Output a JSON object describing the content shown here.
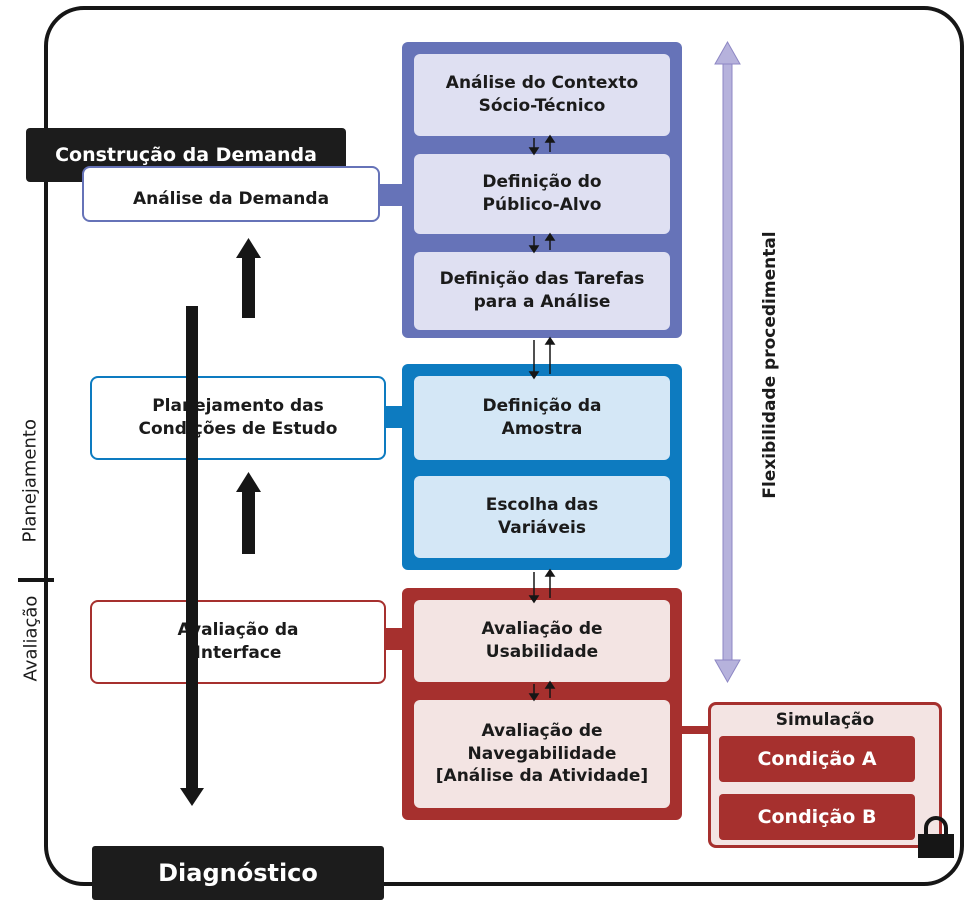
{
  "diagram": {
    "top_left_label": "Construção da Demanda",
    "bottom_label": "Diagnóstico",
    "side_labels": {
      "planning": "Planejamento",
      "evaluation": "Avaliação"
    },
    "right_label": "Flexibilidade procedimental",
    "phases": {
      "demand": {
        "outer": "Análise da Demanda",
        "steps": [
          "Análise do Contexto\nSócio-Técnico",
          "Definição do\nPúblico-Alvo",
          "Definição das Tarefas\npara a Análise"
        ]
      },
      "study": {
        "outer": "Planejamento das\nCondições de Estudo",
        "steps": [
          "Definição da\nAmostra",
          "Escolha das\nVariáveis"
        ]
      },
      "evaluation": {
        "outer": "Avaliação da\nInterface",
        "steps": [
          "Avaliação de\nUsabilidade",
          "Avaliação de\nNavegabilidade\n[Análise da Atividade]"
        ]
      }
    },
    "simulation": {
      "title": "Simulação",
      "conditions": [
        "Condição A",
        "Condição B"
      ]
    },
    "colors": {
      "demand_dark": "#6673b8",
      "demand_light": "#dfe0f2",
      "study_dark": "#0d7bc0",
      "study_light": "#d4e7f6",
      "eval_dark": "#a6302e",
      "eval_light": "#f3e4e3",
      "flex_arrow": "#b6b2dc"
    },
    "icons": [
      "lock-icon"
    ]
  }
}
